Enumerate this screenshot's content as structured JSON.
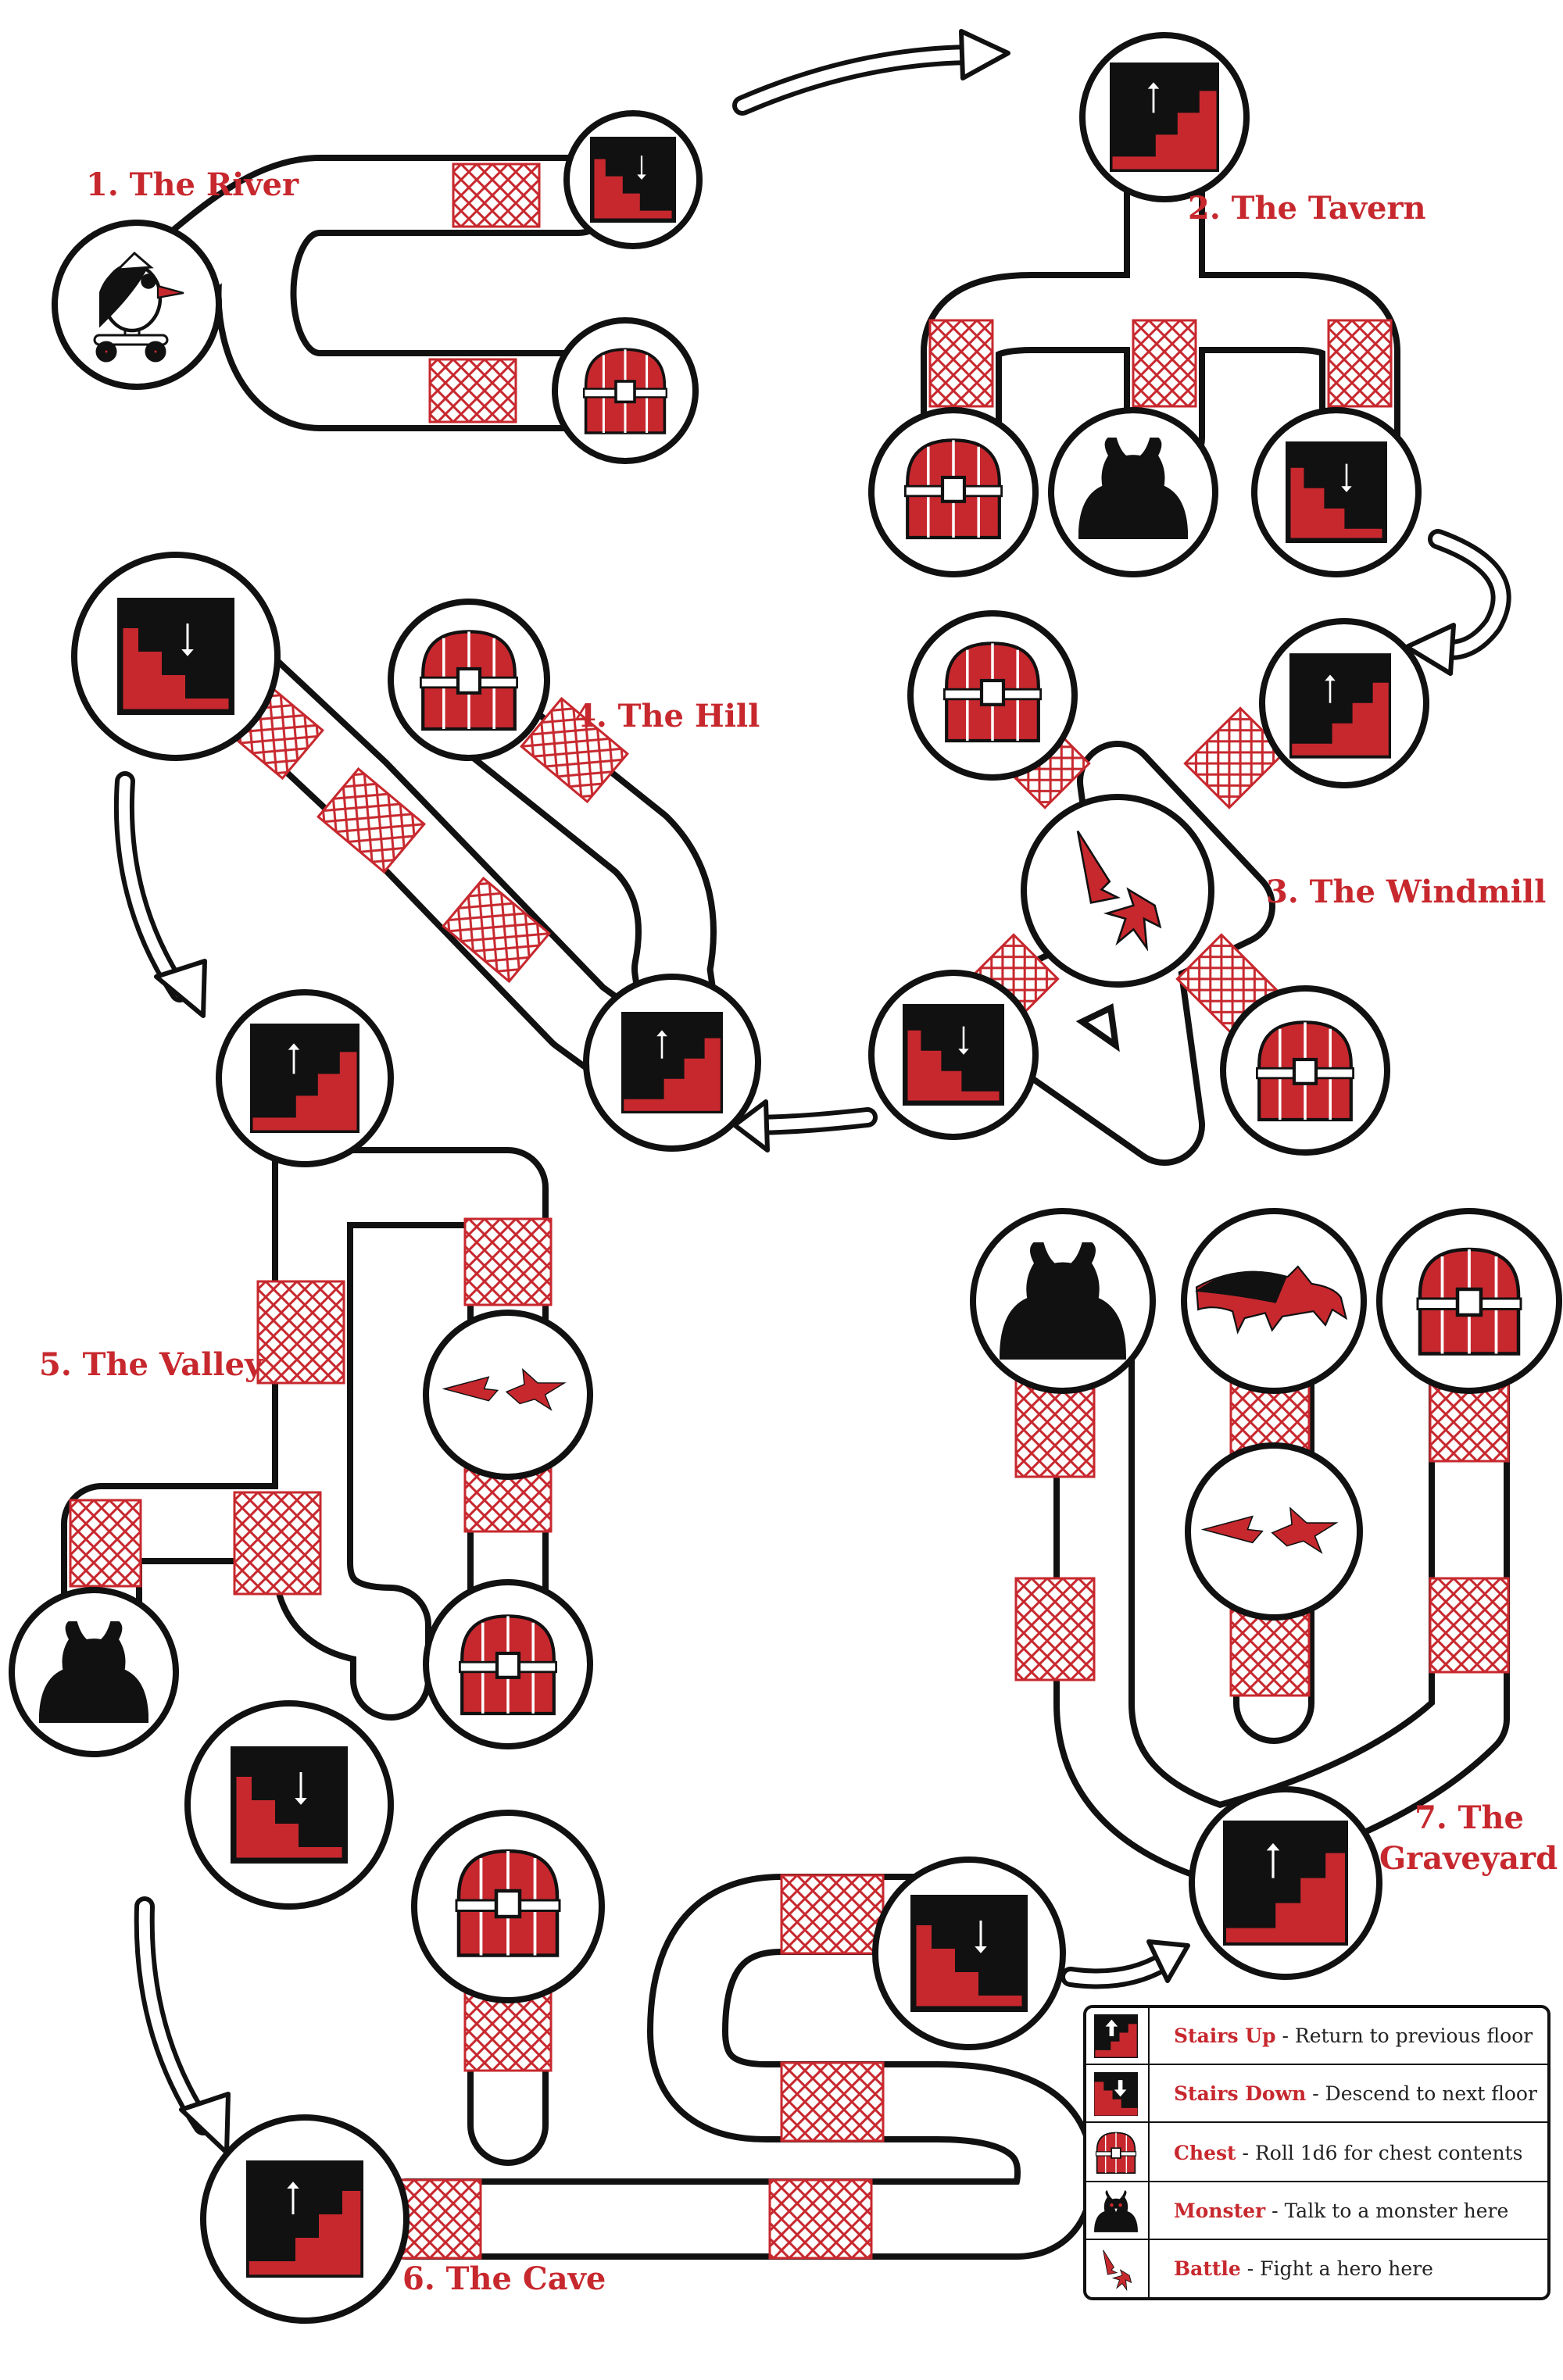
{
  "floors": [
    {
      "id": "river",
      "title": "1. The River"
    },
    {
      "id": "tavern",
      "title": "2. The Tavern"
    },
    {
      "id": "windmill",
      "title": "3. The Windmill"
    },
    {
      "id": "hill",
      "title": "4. The Hill"
    },
    {
      "id": "valley",
      "title": "5. The Valley"
    },
    {
      "id": "cave",
      "title": "6. The Cave"
    },
    {
      "id": "graveyard",
      "title_line1": "7. The",
      "title_line2": "Graveyard"
    }
  ],
  "legend": [
    {
      "icon": "stairs-up-icon",
      "term": "Stairs Up",
      "description": " - Return to previous floor"
    },
    {
      "icon": "stairs-down-icon",
      "term": "Stairs Down",
      "description": " - Descend to next floor"
    },
    {
      "icon": "chest-icon",
      "term": "Chest",
      "description": " - Roll 1d6 for chest contents"
    },
    {
      "icon": "monster-icon",
      "term": "Monster",
      "description": " - Talk to a monster here"
    },
    {
      "icon": "battle-icon",
      "term": "Battle",
      "description": " - Fight a hero here"
    }
  ],
  "colors": {
    "accent": "#c7282e",
    "ink": "#111111",
    "paper": "#ffffff"
  }
}
